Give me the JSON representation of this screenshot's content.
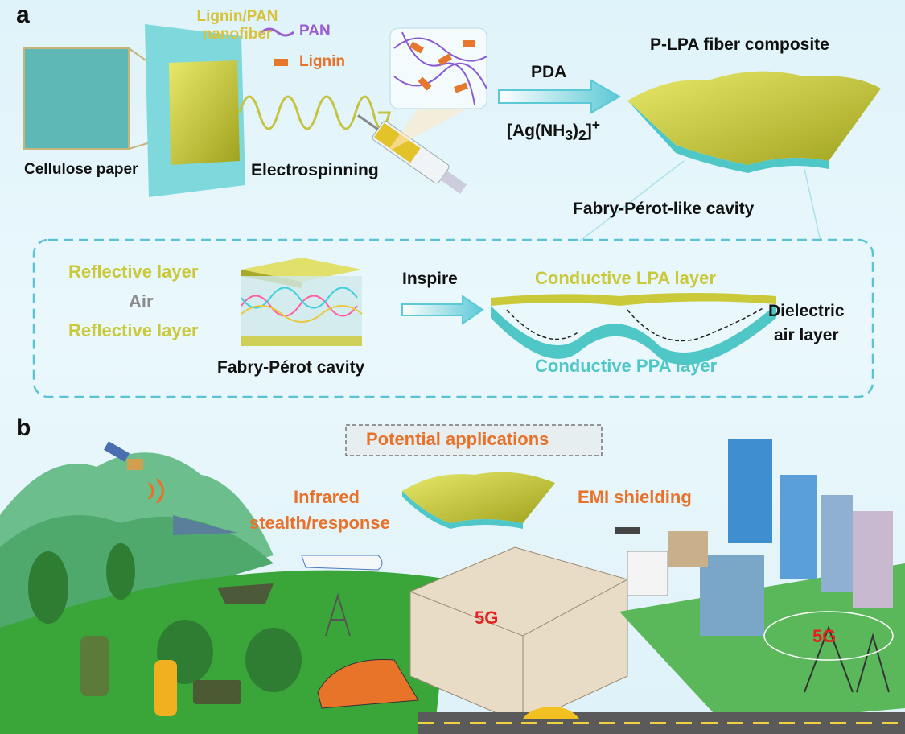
{
  "panel_a": {
    "label": "a",
    "cellulose_paper": "Cellulose paper",
    "nanofiber_label": "Lignin/PAN nanofiber",
    "legend_pan": "PAN",
    "legend_lignin": "Lignin",
    "electrospinning": "Electrospinning",
    "reagent_pda": "PDA",
    "reagent_ag": "[Ag(NH",
    "reagent_ag_sub": "3",
    "reagent_ag_close": ")",
    "reagent_ag_sub2": "2",
    "reagent_ag_end": "]",
    "reagent_ag_sup": "+",
    "composite": "P-LPA fiber composite",
    "fp_like_cavity": "Fabry-Pérot-like cavity",
    "reflective_top": "Reflective layer",
    "air": "Air",
    "reflective_bottom": "Reflective layer",
    "fp_cavity": "Fabry-Pérot cavity",
    "inspire": "Inspire",
    "conductive_lpa": "Conductive LPA layer",
    "dielectric_air_1": "Dielectric",
    "dielectric_air_2": "air layer",
    "conductive_ppa": "Conductive PPA layer"
  },
  "panel_b": {
    "label": "b",
    "potential_applications": "Potential applications",
    "infrared_1": "Infrared",
    "infrared_2": "stealth/response",
    "emi": "EMI shielding",
    "badge_5g_home": "5G",
    "badge_5g_city": "5G"
  },
  "colors": {
    "yellow_layer": "#c9c93a",
    "cyan_layer": "#4fc7c6",
    "orange_text": "#e8722a",
    "pan_purple": "#9a5bd0",
    "dashed_border": "#5bc3d3"
  }
}
